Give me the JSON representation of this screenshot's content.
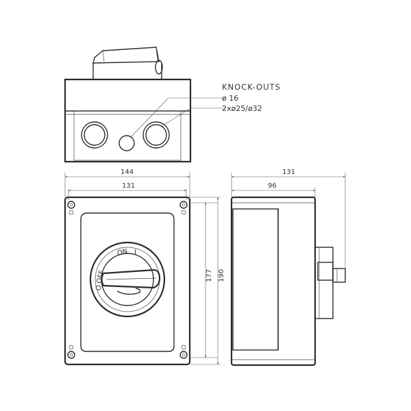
{
  "callouts": {
    "knockouts": "KNOCK-OUTS",
    "hole_small": "ø 16",
    "hole_large": "2xø25/ø32"
  },
  "dimensions": {
    "front_total_width": "144",
    "front_hole_width": "131",
    "front_hole_height": "177",
    "front_total_height": "190",
    "side_total_depth": "131",
    "side_body_depth": "96"
  },
  "dial": {
    "on_label": "ON",
    "on_symbol": "I",
    "off_label": "OFF",
    "off_symbol": "O"
  },
  "colors": {
    "line": "#2b2b2b",
    "background": "#ffffff"
  }
}
